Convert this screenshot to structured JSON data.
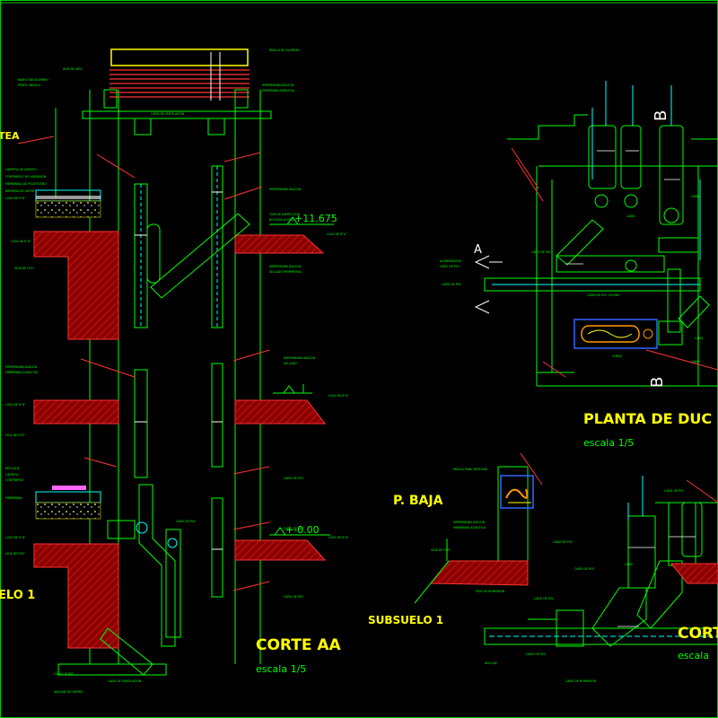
{
  "drawing": {
    "background": "#000000",
    "colors": {
      "green": "#00ff00",
      "cyan": "#00ffff",
      "red": "#ff1a1a",
      "hatch": "#a00000",
      "yellow": "#ffff00",
      "white": "#ffffff",
      "blue": "#3366ff",
      "magenta": "#ff66ff",
      "orange": "#ff9900"
    },
    "titles": {
      "corte_aa": "CORTE AA",
      "corte_aa_scale": "escala   1/5",
      "planta": "PLANTA DE DUC",
      "planta_scale": "escala   1/5",
      "corte_bb": "CORT",
      "corte_bb_scale": "escala",
      "p_baja": "P. BAJA",
      "subsuelo_right": "SUBSUELO 1",
      "subsuelo_left": "ELO 1",
      "azotea": "TEA"
    },
    "levels": {
      "upper": "+11.675",
      "lower": "+-0.00"
    },
    "section_marks": {
      "a": "A",
      "b": "B"
    }
  }
}
